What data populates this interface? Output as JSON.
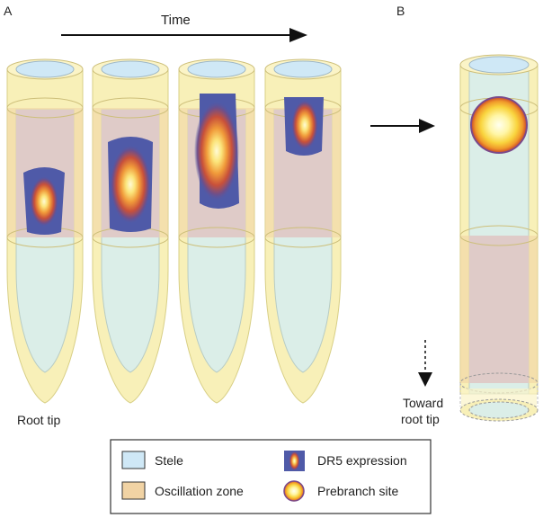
{
  "panels": {
    "a_label": "A",
    "b_label": "B"
  },
  "labels": {
    "time": "Time",
    "root_tip": "Root tip",
    "toward_line1": "Toward",
    "toward_line2": "root tip"
  },
  "legend": {
    "stele": "Stele",
    "oscillation_zone": "Oscillation zone",
    "dr5_expression": "DR5 expression",
    "prebranch_site": "Prebranch site"
  },
  "colors": {
    "tissue_outer": "#f8f0b8",
    "tissue_outer_stroke": "#d8cf86",
    "stele": "#dbeee8",
    "stele_top": "#cfe8f6",
    "oscillation_zone": "#f1d3a4",
    "oscillation_overlap": "#dfcbc8",
    "dr5_blue": "#4f5aa8",
    "dr5_core": "#fffbd0",
    "prebranch_core": "#fff7c0",
    "prebranch_ring": "#d94a2a"
  }
}
